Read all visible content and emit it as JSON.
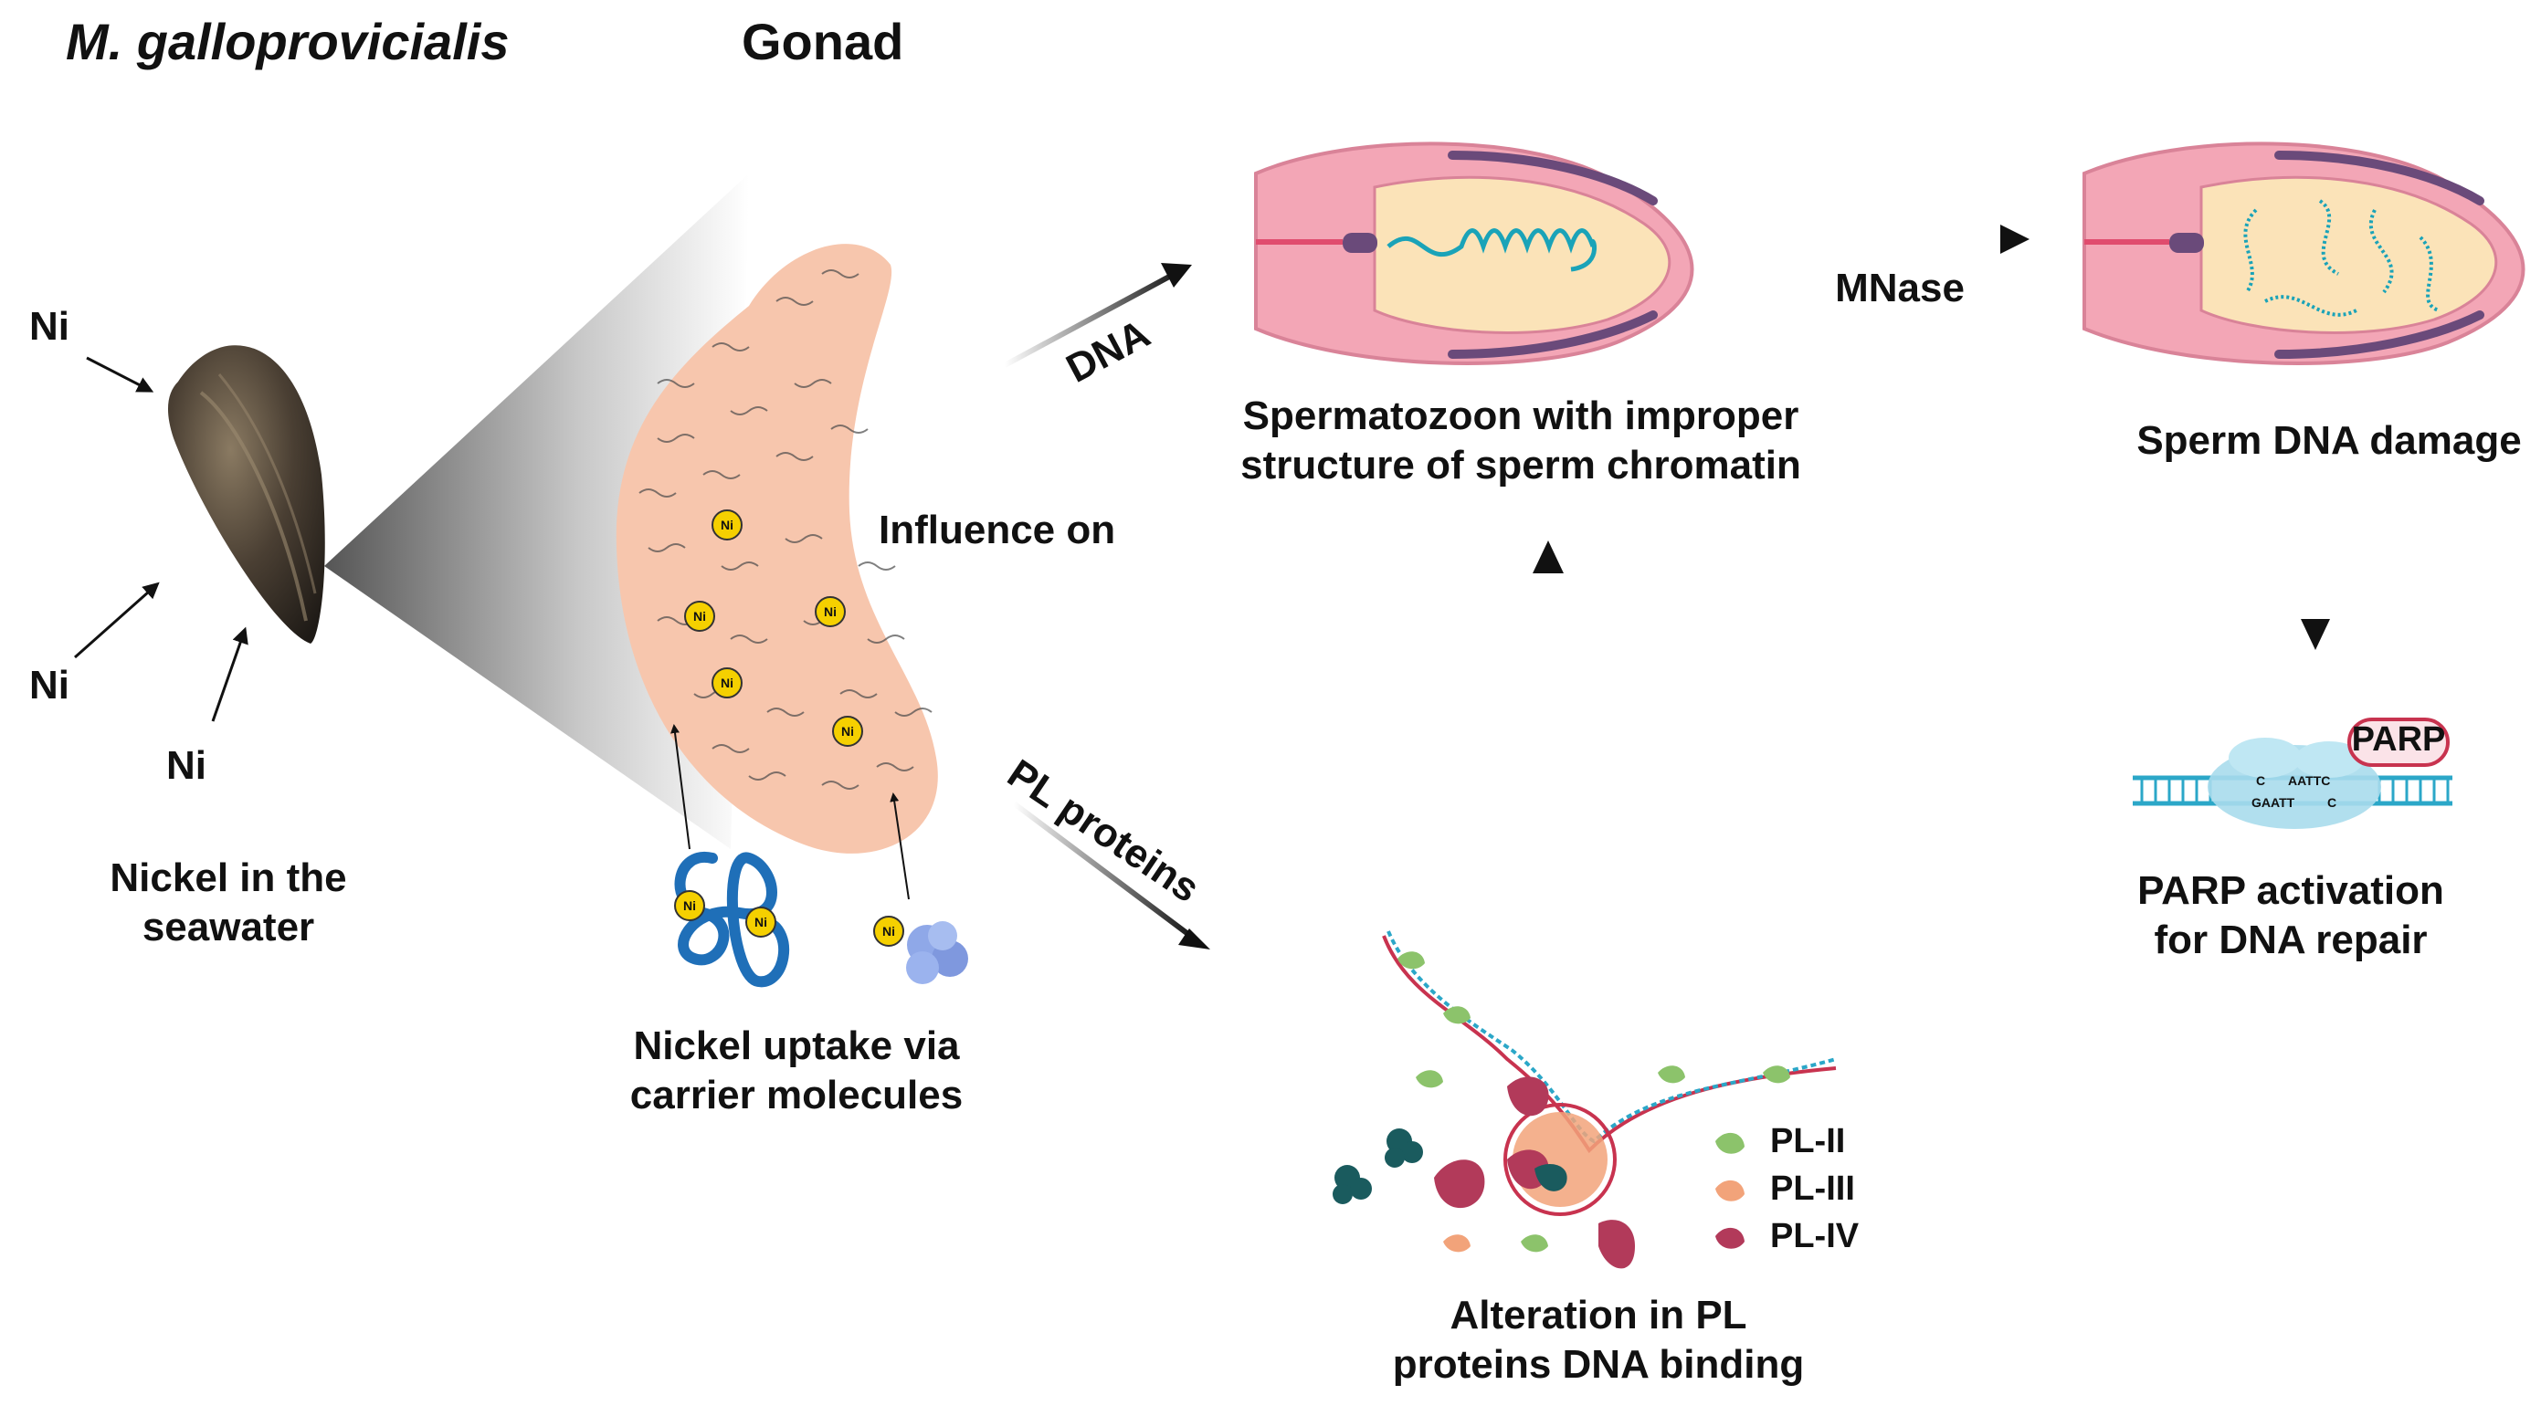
{
  "titles": {
    "species": "M. galloprovicialis",
    "organ": "Gonad"
  },
  "ni_arrows": [
    "Ni",
    "Ni",
    "Ni"
  ],
  "ni_badge": "Ni",
  "captions": {
    "seawater_line1": "Nickel in the",
    "seawater_line2": "seawater",
    "uptake_line1": "Nickel uptake via",
    "uptake_line2": "carrier molecules",
    "influence": "Influence on",
    "improper_line1": "Spermatozoon with improper",
    "improper_line2": "structure of sperm chromatin",
    "damage": "Sperm DNA damage",
    "parp_line1": "PARP activation",
    "parp_line2": "for DNA repair",
    "alteration_line1": "Alteration in PL",
    "alteration_line2": "proteins DNA binding"
  },
  "arrow_labels": {
    "dna": "DNA",
    "pl_proteins": "PL proteins",
    "mnase": "MNase"
  },
  "legend": [
    {
      "label": "PL-II",
      "color": "#8cc36b"
    },
    {
      "label": "PL-III",
      "color": "#f2a37a"
    },
    {
      "label": "PL-IV",
      "color": "#b23a5a"
    }
  ],
  "parp": {
    "badge": "PARP",
    "seq_top": "AATTC",
    "seq_bottom": "GAATT",
    "c_left": "C",
    "c_right": "C"
  },
  "colors": {
    "gonad": "#f7c6ad",
    "sperm_outer": "#f3a6b6",
    "sperm_inner": "#fbe3b8",
    "chromatin": "#1aa3b8",
    "dna_strand": "#2ba7c8",
    "carrier": "#1f6fb8",
    "badge_yellow": "#f5d000",
    "teal_protein": "#1a5b5e"
  }
}
